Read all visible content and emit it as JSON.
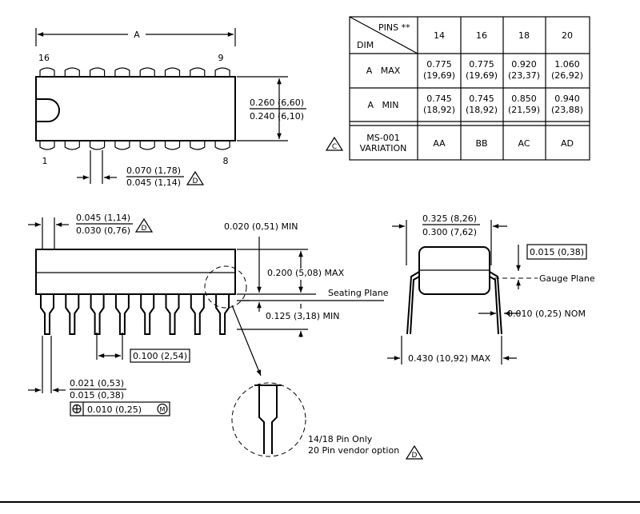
{
  "top_view": {
    "dim_a": "A",
    "pin_16": "16",
    "pin_9": "9",
    "pin_1": "1",
    "pin_8": "8",
    "width_max": "0.260 (6,60)",
    "width_min": "0.240 (6,10)",
    "pitch_max": "0.070 (1,78)",
    "pitch_min": "0.045 (1,14)",
    "note_d": "D"
  },
  "table": {
    "header_pins": "PINS **",
    "header_dim": "DIM",
    "columns": [
      "14",
      "16",
      "18",
      "20"
    ],
    "rows": [
      {
        "label": "A   MAX",
        "values": [
          [
            "0.775",
            "(19,69)"
          ],
          [
            "0.775",
            "(19,69)"
          ],
          [
            "0.920",
            "(23,37)"
          ],
          [
            "1.060",
            "(26,92)"
          ]
        ]
      },
      {
        "label": "A   MIN",
        "values": [
          [
            "0.745",
            "(18,92)"
          ],
          [
            "0.745",
            "(18,92)"
          ],
          [
            "0.850",
            "(21,59)"
          ],
          [
            "0.940",
            "(23,88)"
          ]
        ]
      },
      {
        "label": "MS-001",
        "label2": "VARIATION",
        "values": [
          [
            "AA"
          ],
          [
            "BB"
          ],
          [
            "AC"
          ],
          [
            "AD"
          ]
        ]
      }
    ],
    "note_c": "C"
  },
  "side_view": {
    "lead_max": "0.045 (1,14)",
    "lead_min": "0.030 (0,76)",
    "note_d": "D",
    "standoff": "0.020 (0,51) MIN",
    "height": "0.200 (5,08) MAX",
    "seating_plane": "Seating Plane",
    "lead_len": "0.125 (3,18) MIN",
    "pitch": "0.100 (2,54)",
    "lead_w_max": "0.021 (0,53)",
    "lead_w_min": "0.015 (0,38)",
    "tolerance": "0.010 (0,25)",
    "tol_mod": "M",
    "detail_line1": "14/18 Pin Only",
    "detail_line2": "20 Pin vendor option",
    "detail_note": "D"
  },
  "end_view": {
    "row_max": "0.325 (8,26)",
    "row_min": "0.300 (7,62)",
    "gauge_dim": "0.015 (0,38)",
    "gauge_plane": "Gauge Plane",
    "lead_thk": "0.010 (0,25) NOM",
    "overall": "0.430 (10,92) MAX"
  }
}
